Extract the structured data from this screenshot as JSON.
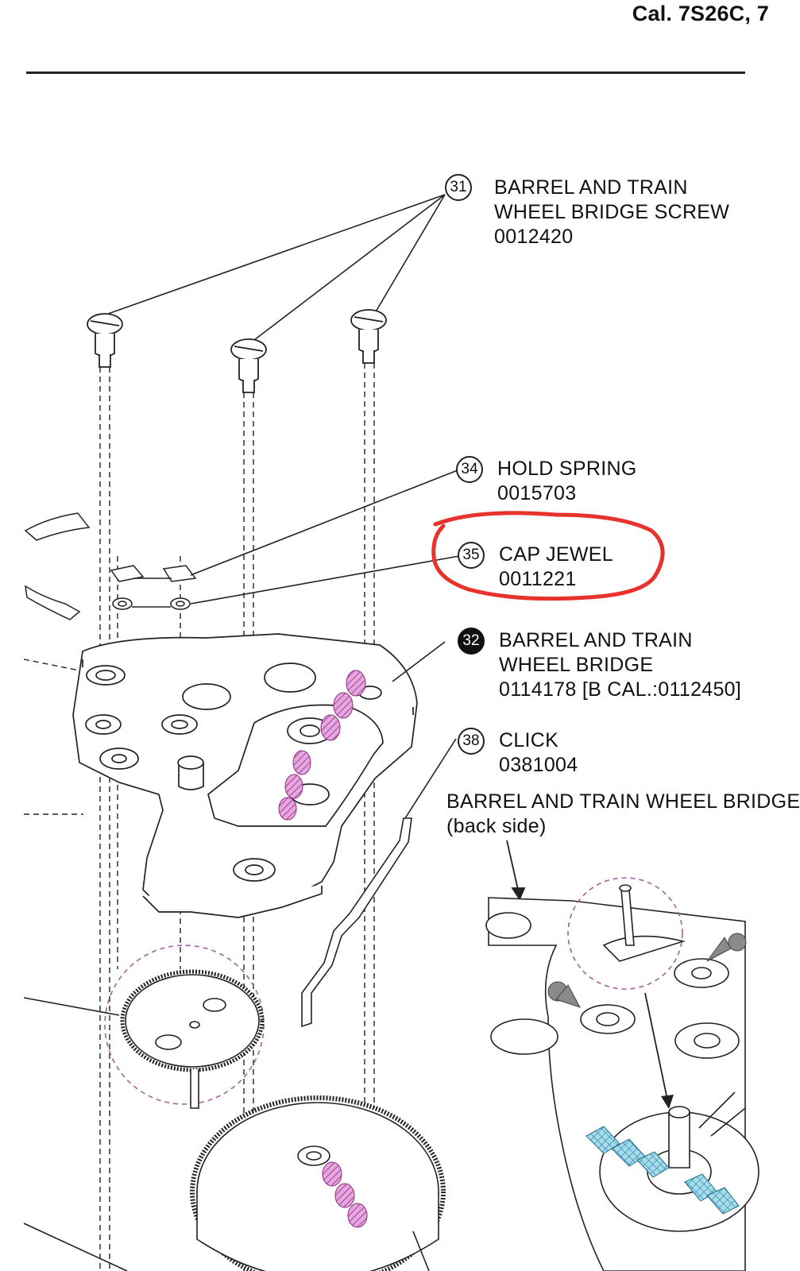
{
  "header": {
    "title": "Cal. 7S26C, 7"
  },
  "parts": [
    {
      "no": "31",
      "lines": [
        "BARREL AND TRAIN",
        "WHEEL BRIDGE SCREW",
        "0012420"
      ]
    },
    {
      "no": "34",
      "lines": [
        "HOLD SPRING",
        "0015703"
      ]
    },
    {
      "no": "35",
      "lines": [
        "CAP JEWEL",
        "0011221"
      ],
      "highlighted": true
    },
    {
      "no": "32",
      "lines": [
        "BARREL AND TRAIN",
        "WHEEL BRIDGE",
        "0114178 [B CAL.:0112450]"
      ],
      "filled": true
    },
    {
      "no": "38",
      "lines": [
        "CLICK",
        "0381004"
      ]
    }
  ],
  "back_side_note": {
    "title": "BARREL AND TRAIN WHEEL BRIDGE",
    "subtitle": "(back side)"
  },
  "colors": {
    "highlight_ring": "#e8322c",
    "oil_pink": "#c34fb4",
    "oil_blue": "#3aa6c8",
    "line": "#222222"
  }
}
